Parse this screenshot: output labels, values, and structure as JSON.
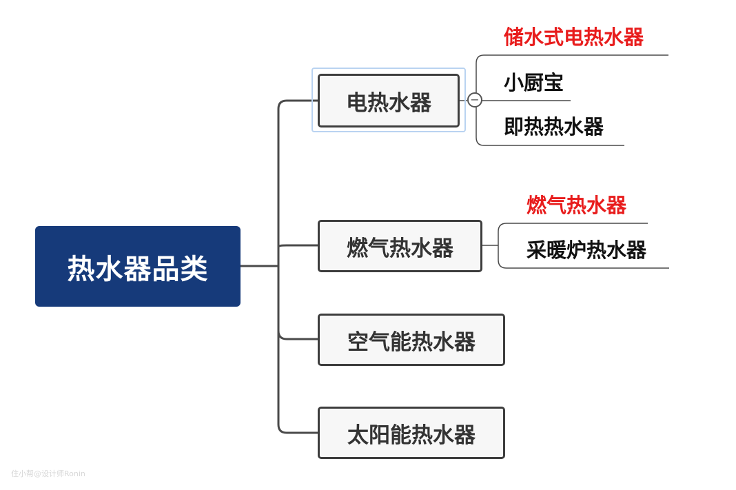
{
  "root": {
    "label": "热水器品类",
    "fill_color": "#163a7a"
  },
  "branches": [
    {
      "label": "电热水器",
      "children": [
        {
          "label": "储水式电热水器",
          "highlight": true
        },
        {
          "label": "小厨宝",
          "highlight": false
        },
        {
          "label": "即热热水器",
          "highlight": false
        }
      ]
    },
    {
      "label": "燃气热水器",
      "children": [
        {
          "label": "燃气热水器",
          "highlight": true
        },
        {
          "label": "采暖炉热水器",
          "highlight": false
        }
      ]
    },
    {
      "label": "空气能热水器",
      "children": []
    },
    {
      "label": "太阳能热水器",
      "children": []
    }
  ],
  "collapse_toggle": {
    "symbol": "−",
    "icon": "minus-circle-icon"
  },
  "colors": {
    "highlight_text": "#e81c1c",
    "connector": "#4a4a4a",
    "selection_outline": "#b9d3f1"
  },
  "watermark": "住小帮@设计师Ronin"
}
